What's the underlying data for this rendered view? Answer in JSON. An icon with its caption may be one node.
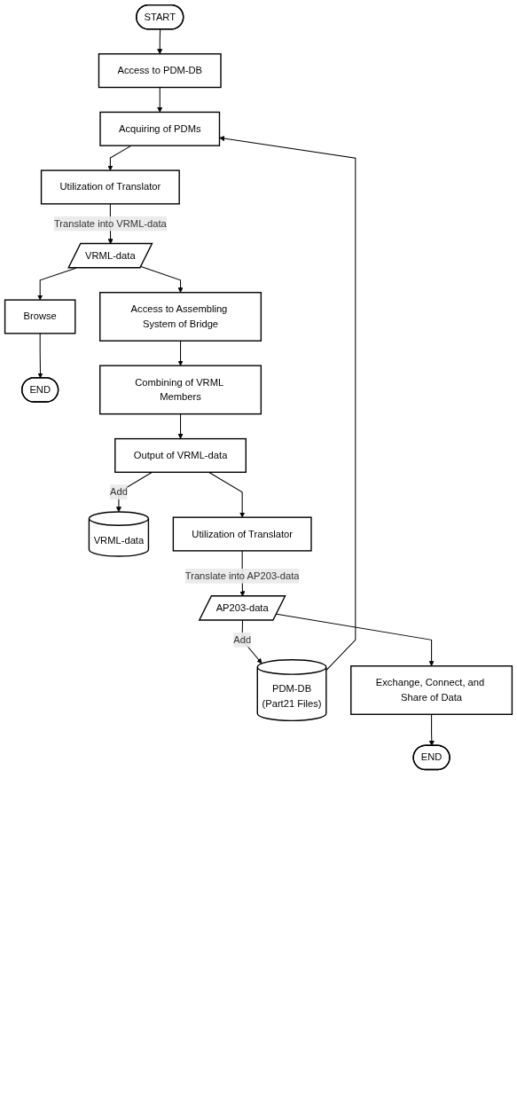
{
  "diagram": {
    "nodes": [
      {
        "text": [
          "START"
        ]
      },
      {
        "text": [
          "Access to PDM-DB"
        ]
      },
      {
        "text": [
          "Acquiring of PDMs"
        ]
      },
      {
        "text": [
          "PDM-DB",
          "(Part21 Files)"
        ]
      },
      {
        "text": [
          "Utilization of Translator"
        ]
      },
      {
        "text": [
          "VRML-data"
        ]
      },
      {
        "text": [
          "Browse"
        ]
      },
      {
        "text": [
          "END"
        ]
      },
      {
        "text": [
          "Access to Assembling System of Bridge"
        ]
      },
      {
        "text": [
          "Combining of VRML Members"
        ]
      },
      {
        "text": [
          "Output of VRML-data"
        ]
      },
      {
        "text": [
          "VRML-data"
        ]
      },
      {
        "text": [
          "Utilization of Translator"
        ]
      },
      {
        "text": [
          "AP203-data"
        ]
      },
      {
        "text": [
          "Exchange, Connect, and Share of Data"
        ]
      },
      {
        "text": [
          "END"
        ]
      }
    ],
    "edges": [
      {
        "from": 0,
        "to": 1,
        "arrow": "to"
      },
      {
        "from": 1,
        "to": 2,
        "arrow": "to"
      },
      {
        "from": 3,
        "to": 2,
        "arrow": "to"
      },
      {
        "from": 2,
        "to": 4,
        "arrow": "to"
      },
      {
        "from": 4,
        "to": 5,
        "arrow": "to",
        "label": "Translate into VRML-data"
      },
      {
        "from": 5,
        "to": 6,
        "arrow": "to"
      },
      {
        "from": 6,
        "to": 7,
        "arrow": "to"
      },
      {
        "from": 5,
        "to": 8,
        "arrow": "to"
      },
      {
        "from": 8,
        "to": 9,
        "arrow": "to"
      },
      {
        "from": 9,
        "to": 10,
        "arrow": "to"
      },
      {
        "from": 10,
        "to": 11,
        "arrow": "to",
        "label": "Add"
      },
      {
        "from": 10,
        "to": 12,
        "arrow": "to"
      },
      {
        "from": 12,
        "to": 13,
        "arrow": "to",
        "label": "Translate into AP203-data"
      },
      {
        "from": 13,
        "to": 3,
        "arrow": "to",
        "label": "Add"
      },
      {
        "from": 13,
        "to": 14,
        "arrow": "to"
      },
      {
        "from": 14,
        "to": 15,
        "arrow": "to"
      }
    ]
  }
}
